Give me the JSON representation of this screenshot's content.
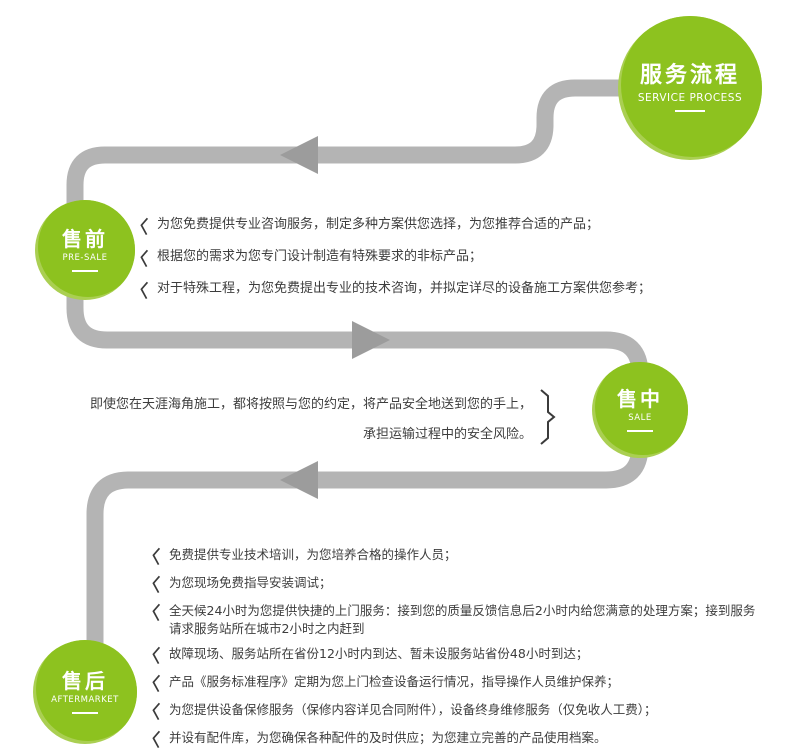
{
  "header": {
    "title": "服务流程",
    "subtitle": "SERVICE PROCESS"
  },
  "stages": {
    "pre": {
      "title": "售前",
      "subtitle": "PRE-SALE",
      "items": [
        "为您免费提供专业咨询服务，制定多种方案供您选择，为您推荐合适的产品；",
        "根据您的需求为您专门设计制造有特殊要求的非标产品；",
        "对于特殊工程，为您免费提出专业的技术咨询，并拟定详尽的设备施工方案供您参考；"
      ]
    },
    "sale": {
      "title": "售中",
      "subtitle": "SALE",
      "items": [
        "即使您在天涯海角施工，都将按照与您的约定，将产品安全地送到您的手上，",
        "承担运输过程中的安全风险。"
      ]
    },
    "after": {
      "title": "售后",
      "subtitle": "AFTERMARKET",
      "items": [
        "免费提供专业技术培训，为您培养合格的操作人员；",
        "为您现场免费指导安装调试；",
        "全天候24小时为您提供快捷的上门服务：接到您的质量反馈信息后2小时内给您满意的处理方案；接到服务请求服务站所在城市2小时之内赶到",
        "故障现场、服务站所在省份12小时内到达、暂未设服务站省份48小时到达；",
        "产品《服务标准程序》定期为您上门检查设备运行情况，指导操作人员维护保养；",
        "为您提供设备保修服务（保修内容详见合同附件），设备终身维修服务（仅免收人工费）；",
        "并设有配件库，为您确保各种配件的及时供应；为您建立完善的产品使用档案。"
      ]
    }
  },
  "colors": {
    "green": "#8dc21f",
    "green_light": "#aacf52",
    "path_gray": "#b4b4b4",
    "arrow_gray": "#9c9c9c",
    "text": "#3d3d3d"
  }
}
